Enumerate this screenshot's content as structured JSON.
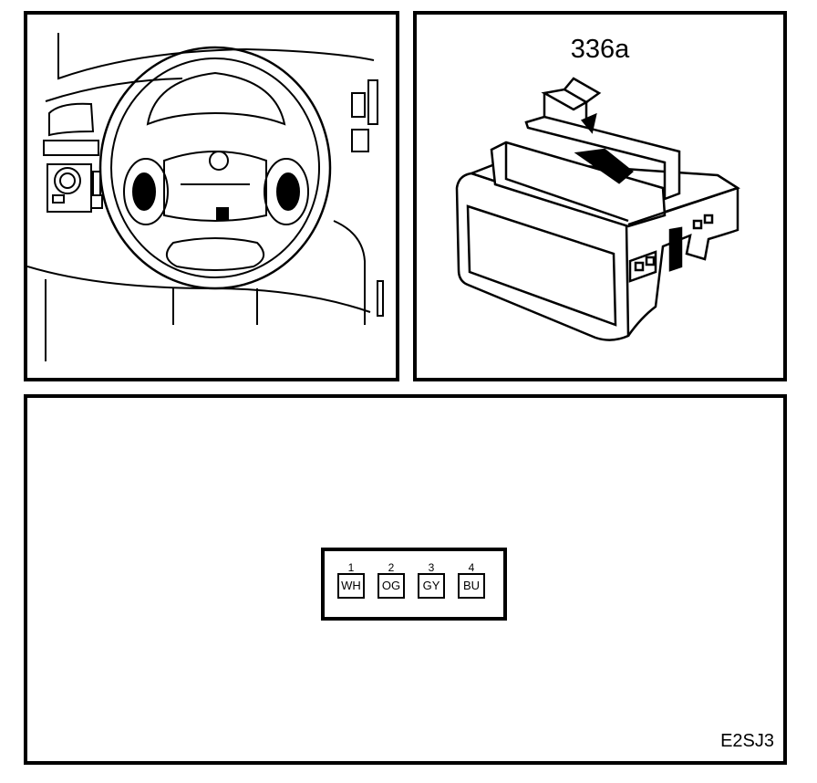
{
  "component_id": "336a",
  "diagram_code": "E2SJ3",
  "connector": {
    "pins": [
      {
        "number": "1",
        "color": "WH"
      },
      {
        "number": "2",
        "color": "OG"
      },
      {
        "number": "3",
        "color": "GY"
      },
      {
        "number": "4",
        "color": "BU"
      }
    ]
  }
}
